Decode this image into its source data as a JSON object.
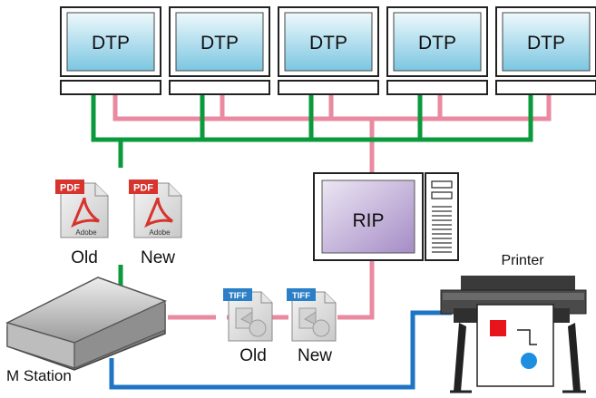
{
  "desktops": [
    {
      "label": "DTP"
    },
    {
      "label": "DTP"
    },
    {
      "label": "DTP"
    },
    {
      "label": "DTP"
    },
    {
      "label": "DTP"
    }
  ],
  "rip": {
    "label": "RIP"
  },
  "pdf_files": [
    {
      "badge": "PDF",
      "brand": "Adobe",
      "caption": "Old"
    },
    {
      "badge": "PDF",
      "brand": "Adobe",
      "caption": "New"
    }
  ],
  "tiff_files": [
    {
      "badge": "TIFF",
      "caption": "Old"
    },
    {
      "badge": "TIFF",
      "caption": "New"
    }
  ],
  "printer": {
    "label": "Printer"
  },
  "station": {
    "label": "M Station"
  },
  "colors": {
    "green_bus": "#0a9a3c",
    "pink_bus": "#e98aa0",
    "blue_link": "#1f74c4",
    "screen_gradient_top": "#e8f6fb",
    "screen_gradient_bottom": "#7fc7e2",
    "rip_screen_top": "#e6e0f0",
    "rip_screen_bottom": "#a990c7",
    "pdf_red": "#d6342c",
    "tiff_blue": "#2b7fc6"
  }
}
